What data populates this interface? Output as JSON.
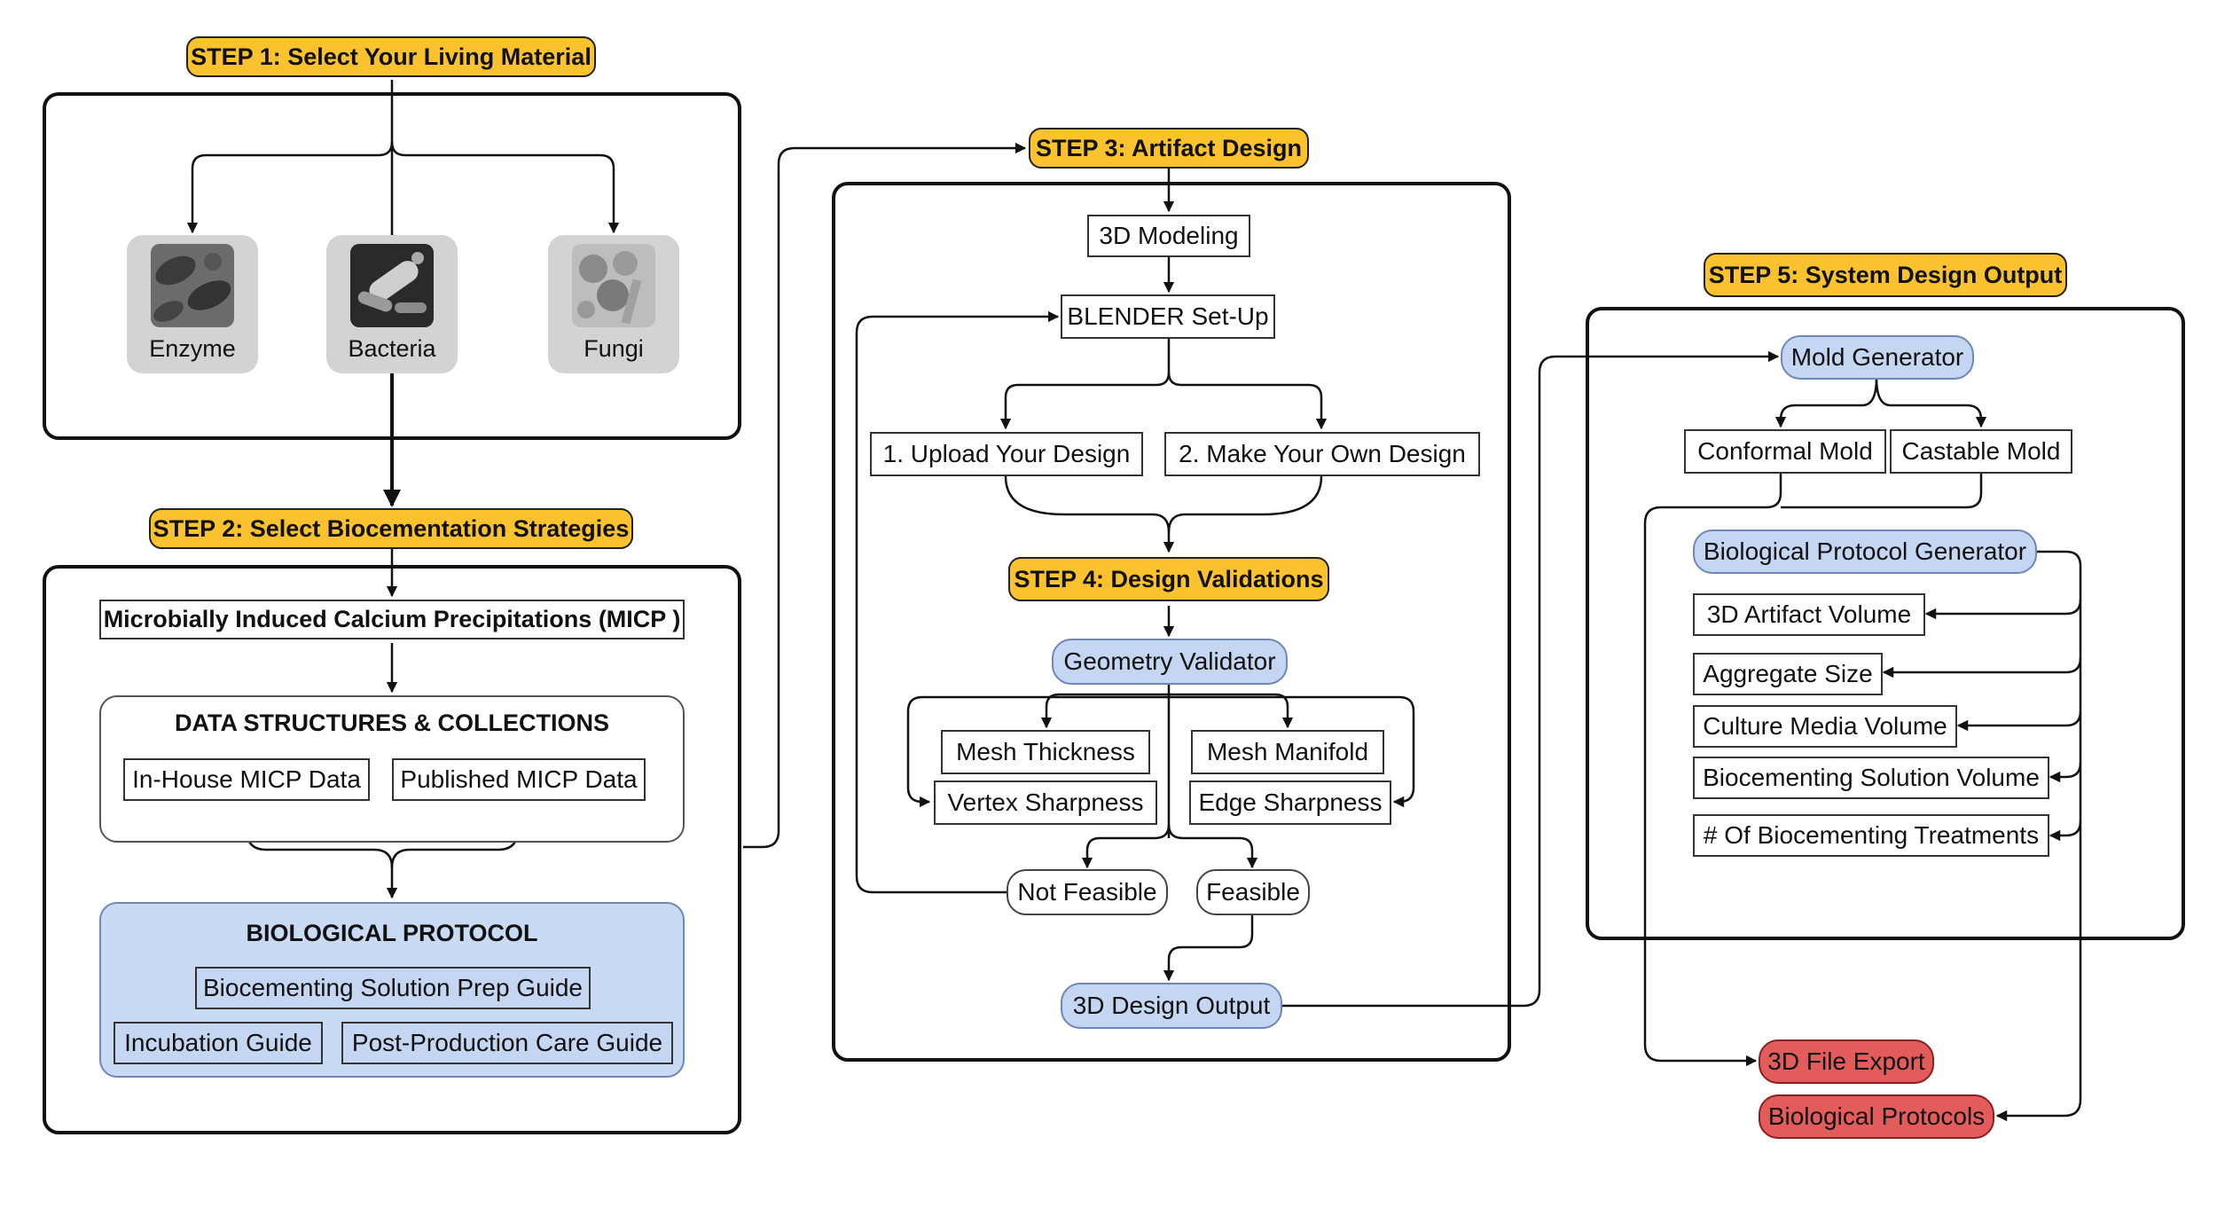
{
  "steps": {
    "s1": "STEP 1: Select Your Living Material",
    "s2": "STEP 2: Select Biocementation Strategies",
    "s3": "STEP 3: Artifact Design",
    "s4": "STEP 4: Design Validations",
    "s5": "STEP 5: System Design Output"
  },
  "materials": {
    "enzyme": "Enzyme",
    "bacteria": "Bacteria",
    "fungi": "Fungi"
  },
  "strategies": {
    "micp": "Microbially Induced Calcium Precipitations (MICP )",
    "data_title": "DATA STRUCTURES & COLLECTIONS",
    "inhouse": "In-House MICP Data",
    "published": "Published MICP Data",
    "protocol_title": "BIOLOGICAL PROTOCOL",
    "prep_guide": "Biocementing Solution Prep Guide",
    "incubation": "Incubation Guide",
    "post_care": "Post-Production Care Guide"
  },
  "artifact": {
    "modeling": "3D Modeling",
    "blender": "BLENDER Set-Up",
    "upload": "1. Upload Your Design",
    "make_own": "2. Make Your Own Design"
  },
  "validation": {
    "geometry": "Geometry Validator",
    "mesh_thickness": "Mesh Thickness",
    "vertex_sharpness": "Vertex Sharpness",
    "mesh_manifold": "Mesh Manifold",
    "edge_sharpness": "Edge Sharpness",
    "not_feasible": "Not Feasible",
    "feasible": "Feasible",
    "output": "3D Design Output"
  },
  "system": {
    "mold_generator": "Mold Generator",
    "conformal": "Conformal Mold",
    "castable": "Castable Mold",
    "bio_generator": "Biological Protocol Generator",
    "artifact_volume": "3D Artifact Volume",
    "aggregate": "Aggregate Size",
    "culture": "Culture Media Volume",
    "solution_volume": "Biocementing Solution Volume",
    "treatments": "# Of Biocementing Treatments"
  },
  "outputs": {
    "file_export": "3D File Export",
    "protocols": "Biological Protocols"
  },
  "colors": {
    "step": "#f9c22e",
    "blue": "#c5d6f3",
    "red": "#e35c5c",
    "stroke": "#111111"
  }
}
